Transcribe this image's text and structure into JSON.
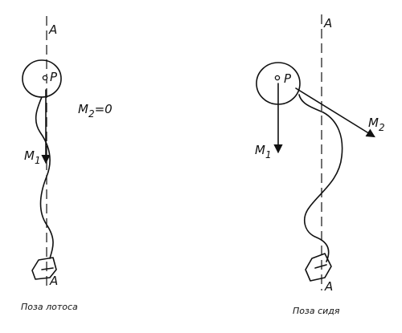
{
  "figures": [
    {
      "caption": "Поза лотоса",
      "axis_top_label": "A",
      "axis_bottom_label": "A",
      "point_label": "P",
      "m1_label": "M",
      "m1_sub": "1",
      "m2_label": "M",
      "m2_sub": "2",
      "m2_value": "=0"
    },
    {
      "caption": "Поза сидя",
      "axis_top_label": "A",
      "axis_bottom_label": "A",
      "point_label": "P",
      "m1_label": "M",
      "m1_sub": "1",
      "m2_label": "M",
      "m2_sub": "2"
    }
  ]
}
